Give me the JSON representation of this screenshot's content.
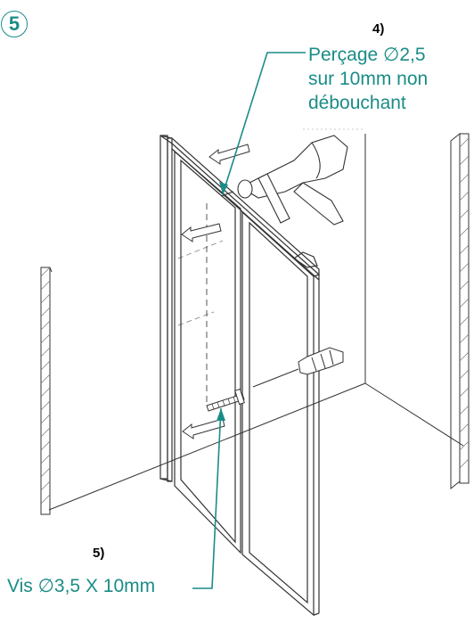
{
  "step": {
    "number": "5"
  },
  "annotation_drill": {
    "number": "4)",
    "lines": [
      "Perçage ∅2,5",
      "sur 10mm non",
      "débouchant"
    ]
  },
  "annotation_screw": {
    "number": "5)",
    "text": "Vis ∅3,5 X 10mm"
  },
  "colors": {
    "accent": "#1a8c87",
    "line": "#333333",
    "light_line": "#888888"
  }
}
